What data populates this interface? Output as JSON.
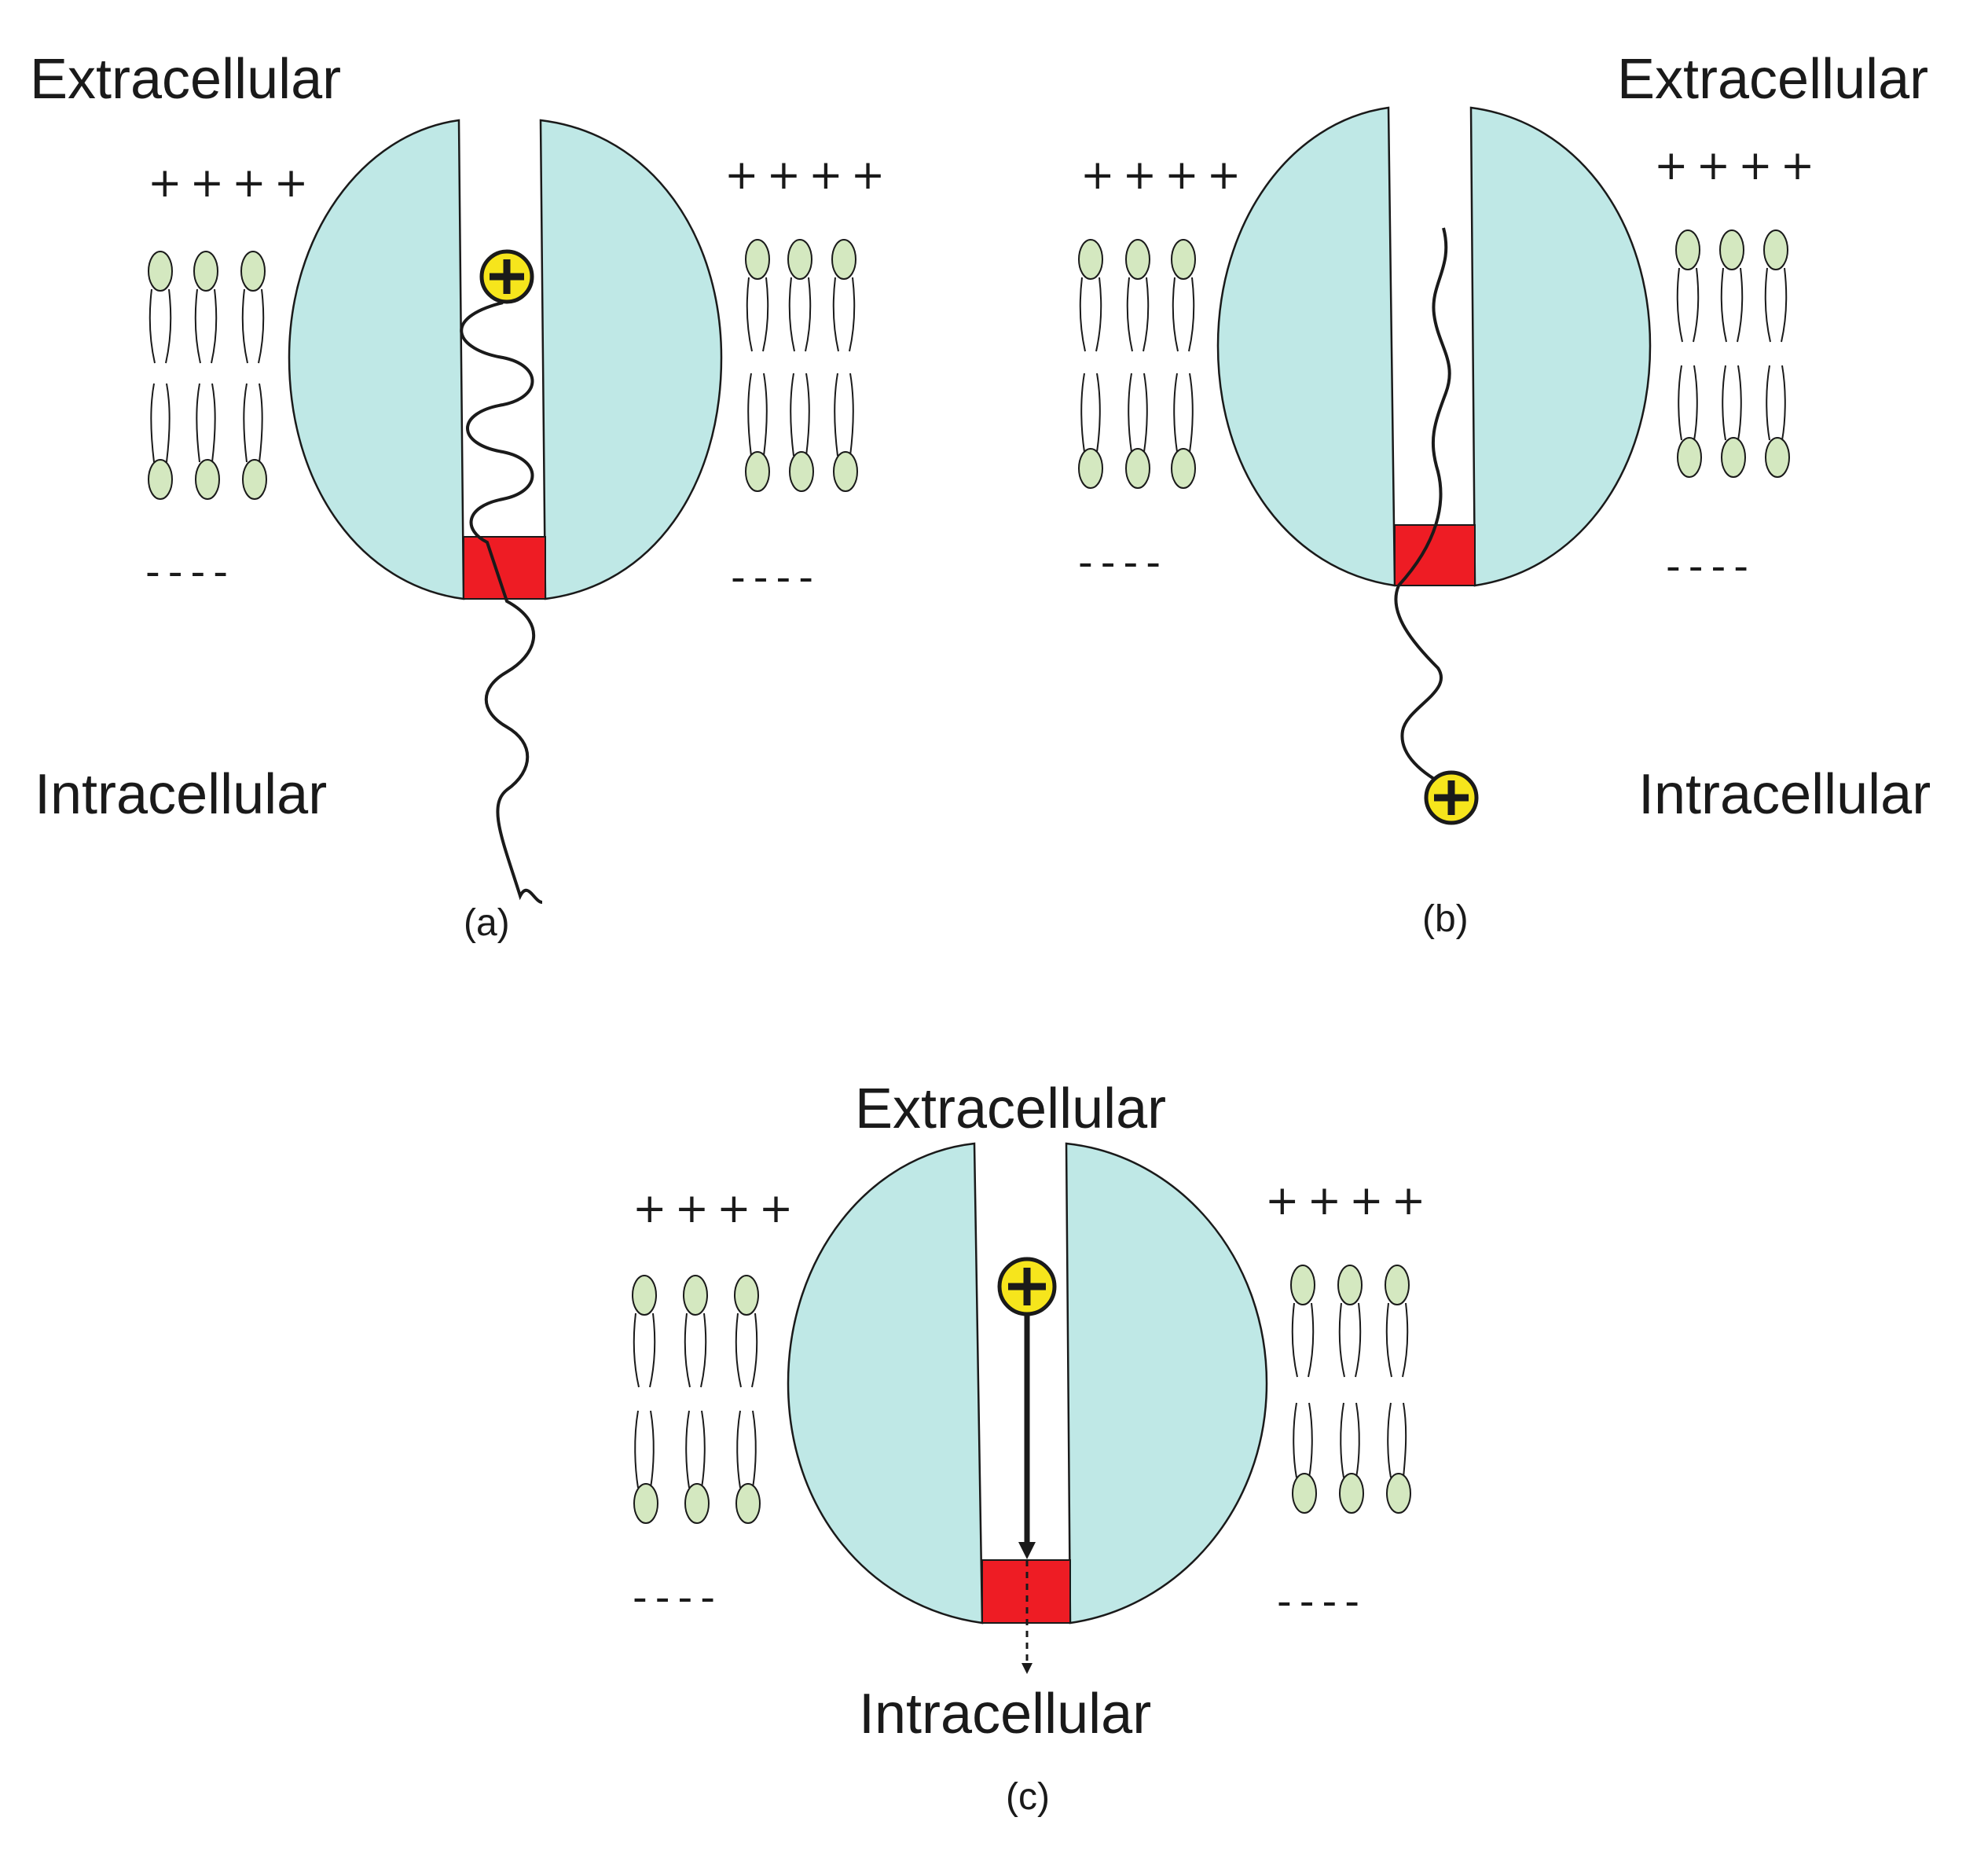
{
  "labels": {
    "extracellular": "Extracellular",
    "intracellular": "Intracellular",
    "plus_signs": "++++",
    "minus_signs": "----"
  },
  "panels": [
    {
      "id": "a",
      "caption": "(a)",
      "state": "S4 segment up, positive charge near extracellular side"
    },
    {
      "id": "b",
      "caption": "(b)",
      "state": "S4 segment extended, positive charge on intracellular side"
    },
    {
      "id": "c",
      "caption": "(c)",
      "state": "positive charge moving through pore toward intracellular side"
    }
  ],
  "colors": {
    "channel_protein": "#bfe8e6",
    "gate": "#ee1c24",
    "lipid_head": "#d4e8c0",
    "positive_charge": "#f6e51c",
    "outline": "#1a1a1a"
  },
  "icons": {
    "positive_charge": "plus-in-circle-icon",
    "lipid": "phospholipid-icon"
  }
}
